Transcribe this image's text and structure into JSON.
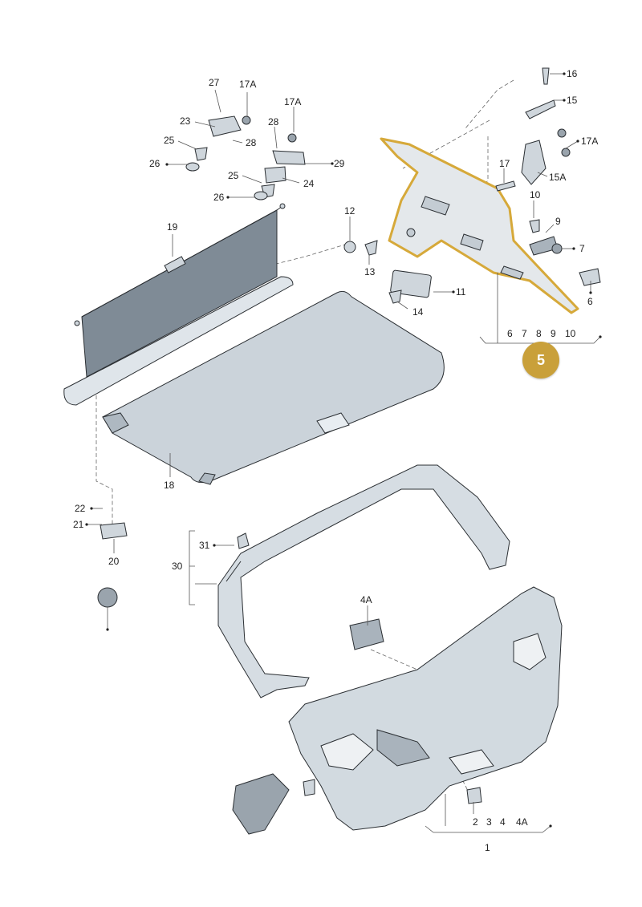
{
  "callouts": [
    {
      "label": "27"
    },
    {
      "label": "17A"
    },
    {
      "label": "23"
    },
    {
      "label": "17A"
    },
    {
      "label": "28"
    },
    {
      "label": "25"
    },
    {
      "label": "28"
    },
    {
      "label": "26"
    },
    {
      "label": "29"
    },
    {
      "label": "25"
    },
    {
      "label": "24"
    },
    {
      "label": "26"
    },
    {
      "label": "16"
    },
    {
      "label": "15"
    },
    {
      "label": "17A"
    },
    {
      "label": "17"
    },
    {
      "label": "15A"
    },
    {
      "label": "10"
    },
    {
      "label": "12"
    },
    {
      "label": "9"
    },
    {
      "label": "7"
    },
    {
      "label": "19"
    },
    {
      "label": "13"
    },
    {
      "label": "11"
    },
    {
      "label": "6"
    },
    {
      "label": "14"
    },
    {
      "label": "6"
    },
    {
      "label": "7"
    },
    {
      "label": "8"
    },
    {
      "label": "9"
    },
    {
      "label": "10"
    },
    {
      "label": "18"
    },
    {
      "label": "22"
    },
    {
      "label": "21"
    },
    {
      "label": "31"
    },
    {
      "label": "20"
    },
    {
      "label": "30"
    },
    {
      "label": "4A"
    },
    {
      "label": "2"
    },
    {
      "label": "3"
    },
    {
      "label": "4"
    },
    {
      "label": "4A"
    },
    {
      "label": "1"
    }
  ],
  "highlight_badge": {
    "label": "5",
    "color": "#c9a03a"
  },
  "colors": {
    "part_fill": "#e8edf1",
    "shadow": "#b9c3cc",
    "highlight_outline": "#d6a93a",
    "highlight_fill": "#e9ecee"
  }
}
